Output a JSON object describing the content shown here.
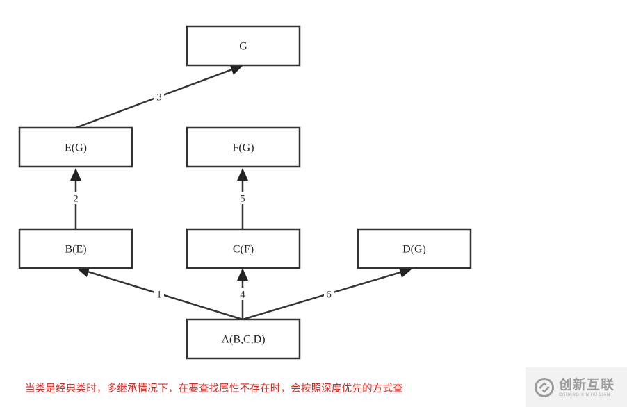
{
  "diagram": {
    "nodes": [
      {
        "id": "G",
        "label": "G"
      },
      {
        "id": "E",
        "label": "E(G)"
      },
      {
        "id": "F",
        "label": "F(G)"
      },
      {
        "id": "B",
        "label": "B(E)"
      },
      {
        "id": "C",
        "label": "C(F)"
      },
      {
        "id": "D",
        "label": "D(G)"
      },
      {
        "id": "A",
        "label": "A(B,C,D)"
      }
    ],
    "edges": [
      {
        "from": "A",
        "to": "B",
        "label": "1"
      },
      {
        "from": "B",
        "to": "E",
        "label": "2"
      },
      {
        "from": "E",
        "to": "G",
        "label": "3"
      },
      {
        "from": "A",
        "to": "C",
        "label": "4"
      },
      {
        "from": "C",
        "to": "F",
        "label": "5"
      },
      {
        "from": "A",
        "to": "D",
        "label": "6"
      }
    ]
  },
  "caption": "当类是经典类时，多继承情况下，在要查找属性不存在时，会按照深度优先的方式查",
  "watermark": {
    "title": "创新互联",
    "subtitle": "CHUANG XIN HU LIAN",
    "color": "#9a9a9a"
  },
  "colors": {
    "line": "#333333",
    "caption": "#e8211b"
  }
}
